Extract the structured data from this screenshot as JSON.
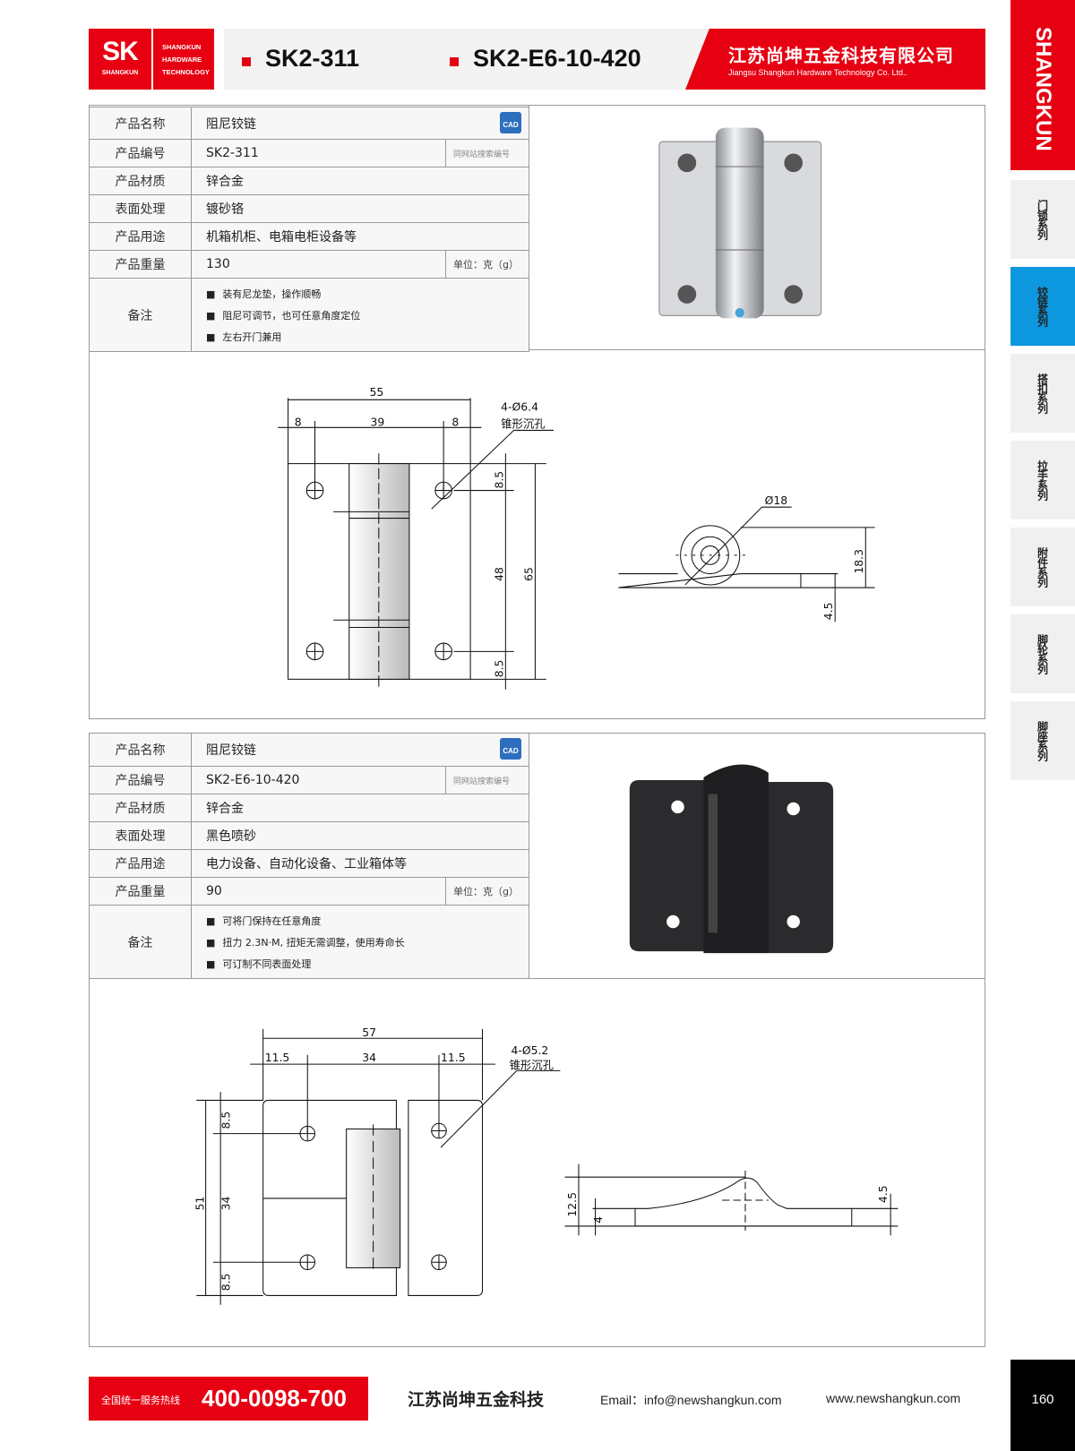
{
  "header": {
    "logo_mark": "SK",
    "logo_sub": "SHANGKUN",
    "logo_lines": [
      "SHANGKUN",
      "HARDWARE",
      "TECHNOLOGY"
    ],
    "models": [
      "SK2-311",
      "SK2-E6-10-420"
    ],
    "company_cn": "江苏尚坤五金科技有限公司",
    "company_en": "Jiangsu Shangkun Hardware Technology Co. Ltd.."
  },
  "sidebar": {
    "brand": "SHANGKUN",
    "items": [
      {
        "label": "门锁系列",
        "active": false
      },
      {
        "label": "铰链系列",
        "active": true
      },
      {
        "label": "搭扣系列",
        "active": false
      },
      {
        "label": "拉手系列",
        "active": false
      },
      {
        "label": "附件系列",
        "active": false
      },
      {
        "label": "脚轮系列",
        "active": false
      },
      {
        "label": "脚座系列",
        "active": false
      }
    ]
  },
  "labels": {
    "name": "产品名称",
    "code": "产品编号",
    "material": "产品材质",
    "surface": "表面处理",
    "usage": "产品用途",
    "weight": "产品重量",
    "notes": "备注",
    "search_hint": "同网站搜索编号",
    "unit": "单位：克（g）",
    "cad": "CAD"
  },
  "products": [
    {
      "name": "阻尼铰链",
      "code": "SK2-311",
      "material": "锌合金",
      "surface": "镀砂铬",
      "usage": "机箱机柜、电箱电柜设备等",
      "weight": "130",
      "notes": [
        "装有尼龙垫，操作顺畅",
        "阻尼可调节，也可任意角度定位",
        "左右开门兼用"
      ],
      "dims": {
        "w": "55",
        "l": "8",
        "m": "39",
        "r": "8",
        "hole": "4-Ø6.4",
        "hole_type": "锥形沉孔",
        "t": "8.5",
        "mid": "48",
        "b": "8.5",
        "h": "65",
        "dia": "Ø18",
        "side_h": "18.3",
        "thk": "4.5"
      }
    },
    {
      "name": "阻尼铰链",
      "code": "SK2-E6-10-420",
      "material": "锌合金",
      "surface": "黑色喷砂",
      "usage": "电力设备、自动化设备、工业箱体等",
      "weight": "90",
      "notes": [
        "可将门保持在任意角度",
        "扭力 2.3N·M, 扭矩无需调整，使用寿命长",
        "可订制不同表面处理"
      ],
      "dims": {
        "w": "57",
        "l": "11.5",
        "m": "34",
        "r": "11.5",
        "hole": "4-Ø5.2",
        "hole_type": "锥形沉孔",
        "h": "51",
        "t": "8.5",
        "mid": "34",
        "b": "8.5",
        "side_h": "12.5",
        "thk": "4",
        "thk2": "4.5"
      }
    }
  ],
  "footer": {
    "hotline_label": "全国统一服务热线",
    "hotline": "400-0098-700",
    "company": "江苏尚坤五金科技",
    "email": "Email：info@newshangkun.com",
    "website": "www.newshangkun.com",
    "page": "160"
  }
}
